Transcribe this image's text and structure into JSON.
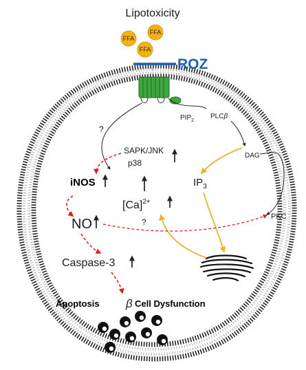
{
  "title": "Lipotoxicity",
  "ffa": [
    "FFA",
    "FFA",
    "FFA"
  ],
  "receptor_drug": "ROZ",
  "membrane_labels": {
    "pip2": "PIP",
    "pip2_sub": "2",
    "plc": "PLC",
    "plc_greek": "β",
    "dag": "DAG"
  },
  "pathway": {
    "unknown_1": "?",
    "sapk": "SAPK/JNK",
    "p38": "p38",
    "inos": "iNOS",
    "no": "NO",
    "unknown_2": "?",
    "ca": "[Ca]",
    "ca_sup": "2+",
    "ip3": "IP",
    "ip3_sub": "3",
    "pkc": "PKC",
    "caspase": "Caspase-3"
  },
  "outcome": {
    "apoptosis": "Apoptosis",
    "beta": "β",
    "dysfunction": "Cell Dysfunction"
  },
  "colors": {
    "ffa": "#f3b21a",
    "roz": "#1e5fb4",
    "receptor": "#3fa63f",
    "red_arrow": "#e02020",
    "yellow_arrow": "#e9b330",
    "membrane": "#222222"
  },
  "icons": [
    "up-arrow-icon",
    "granule-icon",
    "endoplasmic-reticulum-icon",
    "receptor-icon"
  ]
}
